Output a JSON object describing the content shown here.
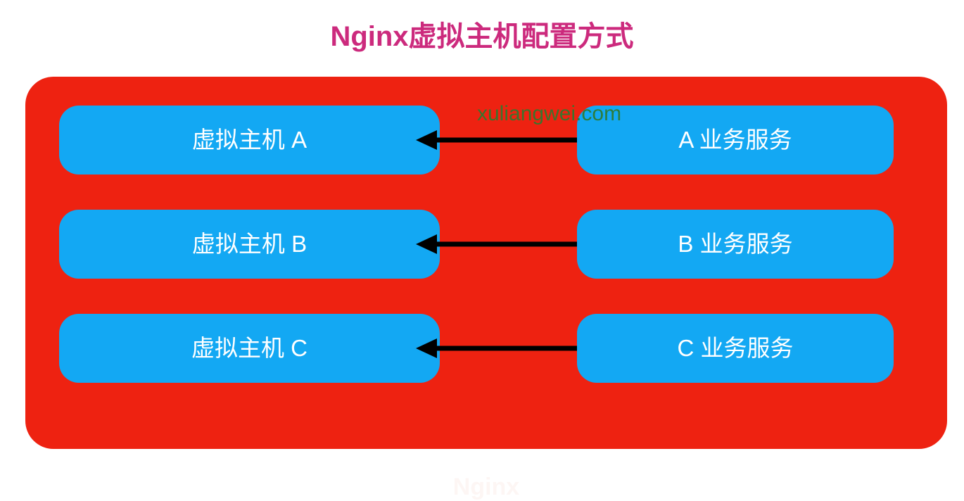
{
  "page": {
    "title": "Nginx虚拟主机配置方式",
    "title_color": "#cc2a7d",
    "background_color": "#ffffff"
  },
  "watermark": {
    "text": "xuliangwei.com",
    "color": "#2f7a2f"
  },
  "diagram": {
    "type": "block-diagram",
    "container": {
      "label": "Nginx",
      "color": "#ee2211",
      "label_color": "#fdf6f4"
    },
    "box_color": "#13a8f3",
    "box_text_color": "#ffffff",
    "arrow_color": "#000000",
    "rows": [
      {
        "left_label": "虚拟主机 A",
        "right_label": "A 业务服务",
        "connector": "double-headed-arrow"
      },
      {
        "left_label": "虚拟主机 B",
        "right_label": "B 业务服务",
        "connector": "double-headed-arrow"
      },
      {
        "left_label": "虚拟主机 C",
        "right_label": "C 业务服务",
        "connector": "double-headed-arrow"
      }
    ]
  }
}
